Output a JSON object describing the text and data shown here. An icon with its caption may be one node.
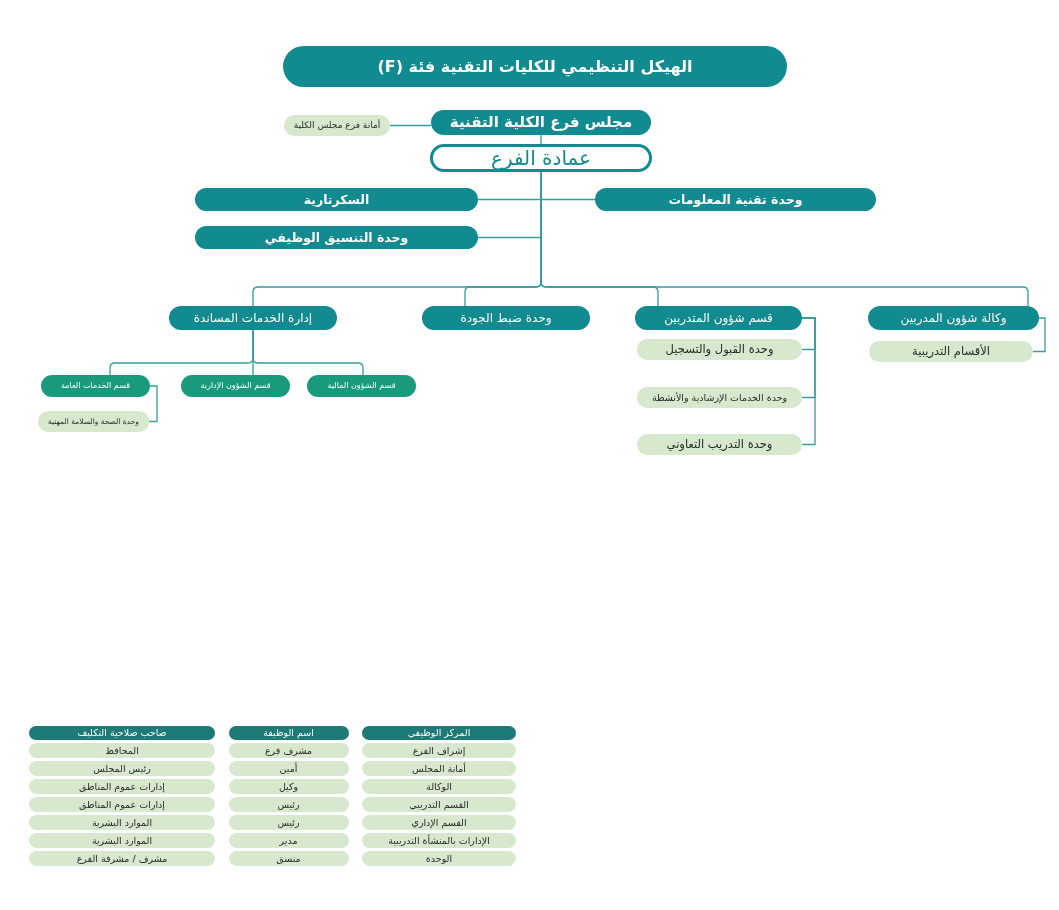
{
  "diagram": {
    "title": "الهيكل التنظيمي للكليات التقنية فئة (F)",
    "nodes": [
      {
        "text": [
          "مجلس فرع الكلية التقنية"
        ]
      },
      {
        "text": [
          "أمانة فرع مجلس الكلية"
        ]
      },
      {
        "text": [
          "عمادة الفرع"
        ]
      },
      {
        "text": [
          "وحدة تقنية المعلومات"
        ]
      },
      {
        "text": [
          "السكرتارية"
        ]
      },
      {
        "text": [
          "وحدة التنسيق الوظيفي"
        ]
      },
      {
        "text": [
          "وكالة شؤون المدربين"
        ]
      },
      {
        "text": [
          "الأقسام التدريبية"
        ]
      },
      {
        "text": [
          "قسم شؤون المتدربين"
        ]
      },
      {
        "text": [
          "وحدة القبول والتسجيل"
        ]
      },
      {
        "text": [
          "وحدة الخدمات الإرشادية والأنشطة"
        ]
      },
      {
        "text": [
          "وحدة التدريب التعاوني"
        ]
      },
      {
        "text": [
          "وحدة ضبط الجودة"
        ]
      },
      {
        "text": [
          "إدارة الخدمات المساندة"
        ]
      },
      {
        "text": [
          "قسم الشؤون المالية"
        ]
      },
      {
        "text": [
          "قسم الشؤون الإدارية"
        ]
      },
      {
        "text": [
          "قسم الخدمات العامة"
        ]
      },
      {
        "text": [
          "وحدة الصحة والسلامة المهنية"
        ]
      }
    ],
    "edges": [
      {
        "from": 0,
        "to": 1,
        "arrow": "none"
      },
      {
        "from": 0,
        "to": 2,
        "arrow": "none"
      },
      {
        "from": 2,
        "to": 3,
        "arrow": "none"
      },
      {
        "from": 2,
        "to": 4,
        "arrow": "none"
      },
      {
        "from": 2,
        "to": 5,
        "arrow": "none"
      },
      {
        "from": 2,
        "to": 6,
        "arrow": "none"
      },
      {
        "from": 2,
        "to": 8,
        "arrow": "none"
      },
      {
        "from": 2,
        "to": 12,
        "arrow": "none"
      },
      {
        "from": 2,
        "to": 13,
        "arrow": "none"
      },
      {
        "from": 6,
        "to": 7,
        "arrow": "none"
      },
      {
        "from": 8,
        "to": 9,
        "arrow": "none"
      },
      {
        "from": 8,
        "to": 10,
        "arrow": "none"
      },
      {
        "from": 8,
        "to": 11,
        "arrow": "none"
      },
      {
        "from": 13,
        "to": 14,
        "arrow": "none"
      },
      {
        "from": 13,
        "to": 15,
        "arrow": "none"
      },
      {
        "from": 13,
        "to": 16,
        "arrow": "none"
      },
      {
        "from": 16,
        "to": 17,
        "arrow": "none"
      }
    ],
    "labels": [
      "المركز الوظيفي",
      "اسم الوظيفة",
      "صاحب صلاحية التكليف",
      "إشراف الفرع",
      "مشرف فرع",
      "المحافظ",
      "أمانة المجلس",
      "أمين",
      "رئيس المجلس",
      "الوكالة",
      "وكيل",
      "إدارات عموم المناطق",
      "القسم التدريبي",
      "رئيس",
      "إدارات عموم المناطق",
      "القسم الإداري",
      "رئيس",
      "الموارد البشرية",
      "الإدارات بالمنشأة التدريبية",
      "مدير",
      "الموارد البشرية",
      "الوحدة",
      "منسق",
      "مشرف / مشرفة الفرع"
    ]
  }
}
